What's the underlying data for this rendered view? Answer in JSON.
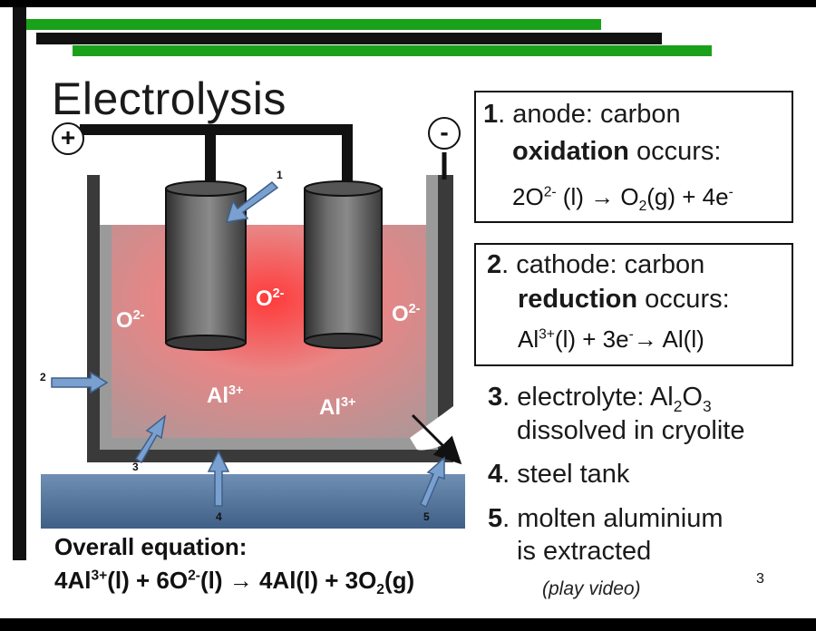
{
  "title": "Electrolysis",
  "diagram": {
    "plus": "+",
    "minus": "-",
    "ion_o": "O",
    "charge_o": "2-",
    "ion_al": "Al",
    "charge_al": "3+",
    "n1": "1",
    "n2": "2",
    "n3": "3",
    "n4": "4",
    "n5": "5"
  },
  "box1": {
    "num": "1",
    "text": ". anode: carbon",
    "process_bold": "oxidation",
    "process_rest": " occurs:",
    "eq": {
      "a": "2O",
      "a_sup": "2-",
      "b": " (l) → O",
      "b_sub": "2",
      "c": "(g) + 4e",
      "c_sup": "-"
    }
  },
  "box2": {
    "num": "2",
    "text": ". cathode: carbon",
    "process_bold": "reduction",
    "process_rest": " occurs:",
    "eq": {
      "a": "Al",
      "a_sup": "3+",
      "b": "(l) + 3e",
      "b_sup": "-",
      "c": "→ Al(l)"
    }
  },
  "list": {
    "item3": {
      "num": "3",
      "a": ". electrolyte: Al",
      "sub1": "2",
      "b": "O",
      "sub2": "3",
      "line2": "dissolved in cryolite"
    },
    "item4": {
      "num": "4",
      "text": ". steel tank"
    },
    "item5": {
      "num": "5",
      "text": ". molten aluminium",
      "line2": "is extracted"
    }
  },
  "overall": {
    "label": "Overall equation:",
    "eq": {
      "a": "4Al",
      "a_sup": "3+",
      "b": "(l) + 6O",
      "b_sup": "2-",
      "c": "(l) → 4Al(l) + 3O",
      "c_sub": "2",
      "d": "(g)"
    }
  },
  "footer": {
    "video": "(play video)",
    "page": "3"
  },
  "colors": {
    "accent_green": "#1aa11a",
    "electrolyte_hot": "#ff3b3b",
    "arrow_blue": "#7aa0cf",
    "floor_blue": "#5a7ba3"
  }
}
